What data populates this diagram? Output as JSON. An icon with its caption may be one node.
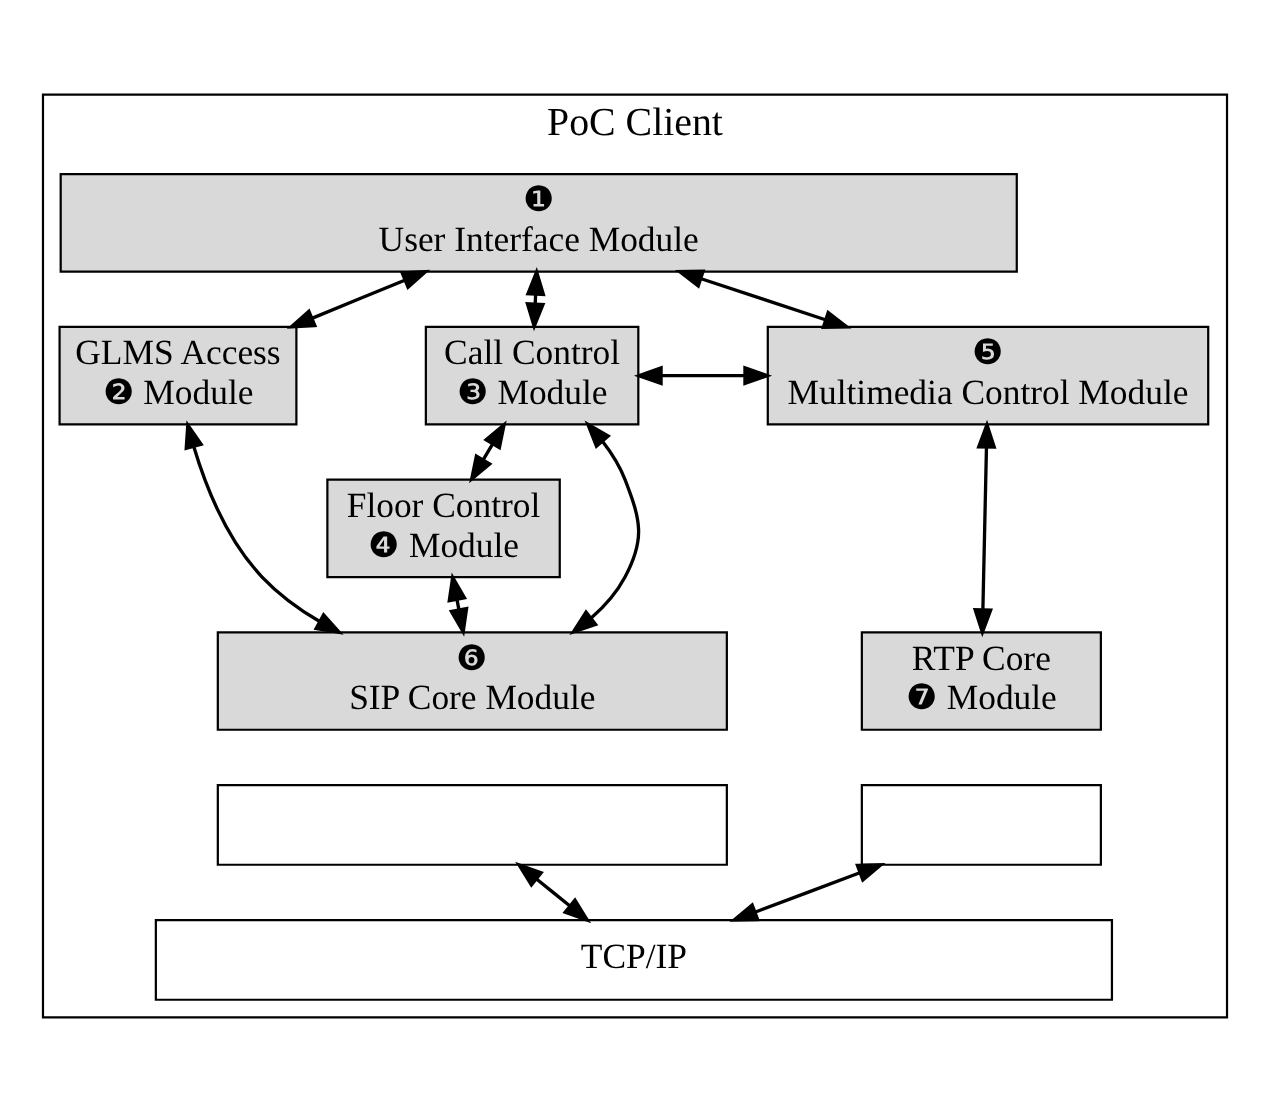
{
  "diagram": {
    "nodes": [
      {
        "text": [
          "PoC Client"
        ]
      },
      {
        "text": [
          "❶",
          "User Interface Module"
        ],
        "in": 0
      },
      {
        "text": [
          "GLMS Access",
          "❷ Module"
        ],
        "in": 0
      },
      {
        "text": [
          "Call Control",
          "❸ Module"
        ],
        "in": 0
      },
      {
        "text": [
          "❺",
          "Multimedia Control Module"
        ],
        "in": 0
      },
      {
        "text": [
          "Floor Control",
          "❹ Module"
        ],
        "in": 0
      },
      {
        "text": [
          "❻",
          "SIP Core Module"
        ],
        "in": 0
      },
      {
        "text": [
          "RTP Core",
          "❼ Module"
        ],
        "in": 0
      },
      {
        "text": [],
        "shape": "box",
        "in": 0
      },
      {
        "text": [],
        "shape": "box",
        "in": 0
      },
      {
        "text": [
          "TCP/IP"
        ],
        "in": 0
      }
    ],
    "edges": [
      {
        "from": 1,
        "to": 2,
        "arrow": "both"
      },
      {
        "from": 1,
        "to": 3,
        "arrow": "both"
      },
      {
        "from": 1,
        "to": 4,
        "arrow": "both"
      },
      {
        "from": 3,
        "to": 4,
        "arrow": "both"
      },
      {
        "from": 3,
        "to": 5,
        "arrow": "both"
      },
      {
        "from": 2,
        "to": 6,
        "arrow": "both"
      },
      {
        "from": 3,
        "to": 6,
        "arrow": "both"
      },
      {
        "from": 5,
        "to": 6,
        "arrow": "both"
      },
      {
        "from": 4,
        "to": 7,
        "arrow": "both"
      },
      {
        "from": 8,
        "to": 10,
        "arrow": "both"
      },
      {
        "from": 9,
        "to": 10,
        "arrow": "both"
      }
    ]
  }
}
